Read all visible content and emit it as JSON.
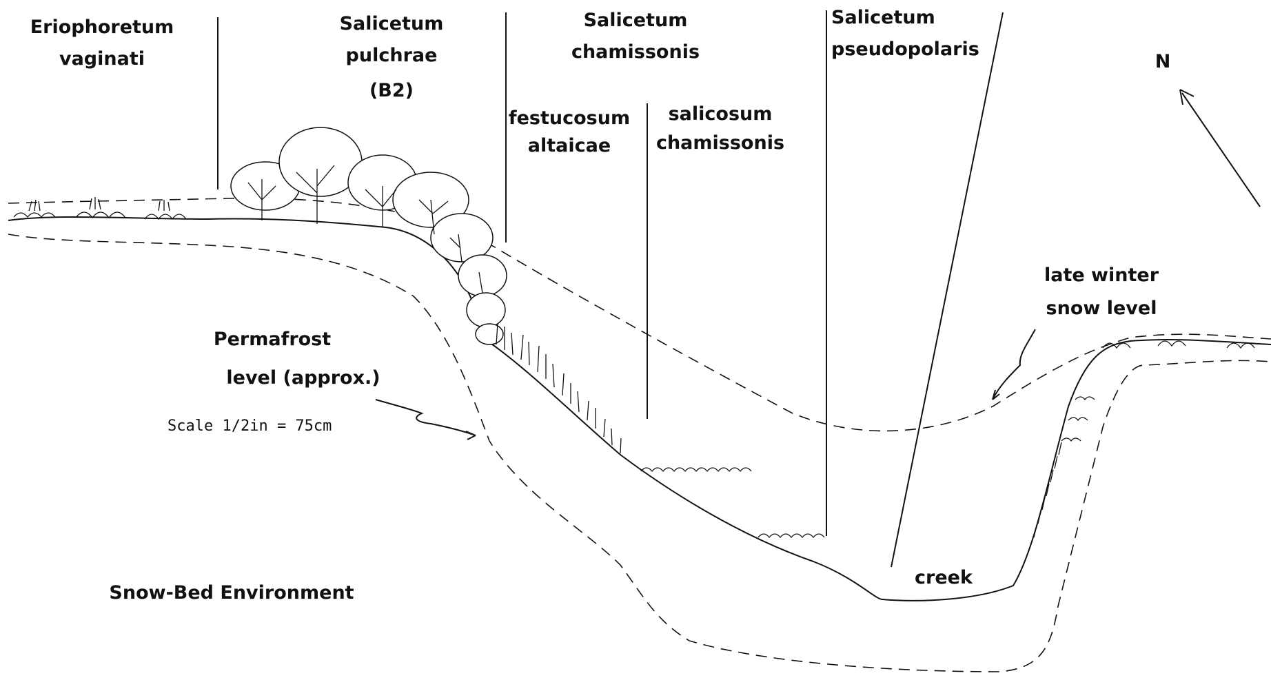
{
  "zones": {
    "eriophoretum": [
      "Eriophoretum",
      "vaginati"
    ],
    "pulchrae": [
      "Salicetum",
      "pulchrae",
      "(B2)"
    ],
    "chamissonis": [
      "Salicetum",
      "chamissonis"
    ],
    "pseudopolaris": [
      "Salicetum",
      "pseudopolaris"
    ],
    "festucosum": [
      "festucosum",
      "altaicae"
    ],
    "salicosum": [
      "salicosum",
      "chamissonis"
    ]
  },
  "annotations": {
    "north": "N",
    "snow_level": [
      "late winter",
      "snow level"
    ],
    "permafrost": [
      "Permafrost",
      "level (approx.)"
    ],
    "scale": "Scale 1/2in = 75cm",
    "creek": "creek",
    "title": "Snow-Bed Environment"
  }
}
